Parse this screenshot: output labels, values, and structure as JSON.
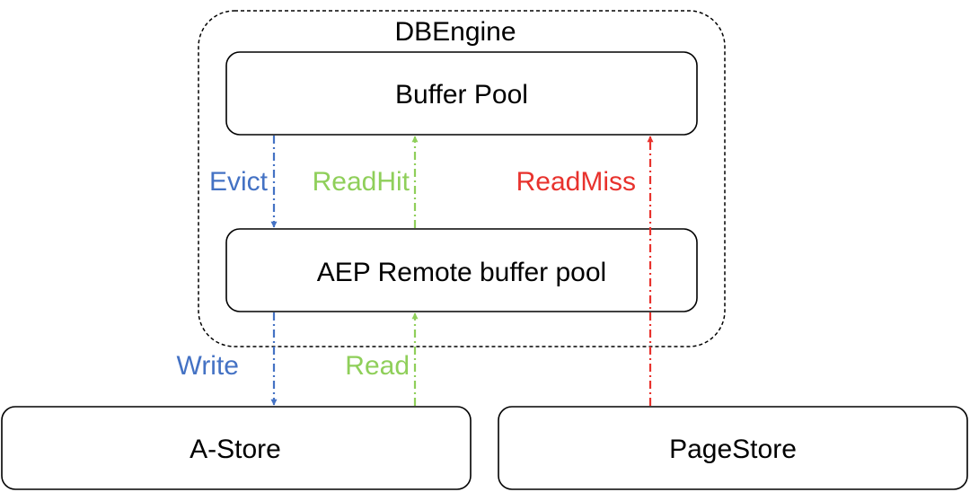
{
  "diagram": {
    "group": {
      "label": "DBEngine"
    },
    "nodes": {
      "buffer_pool": {
        "label": "Buffer Pool"
      },
      "aep_pool": {
        "label": "AEP Remote buffer pool"
      },
      "astore": {
        "label": "A-Store"
      },
      "pagestore": {
        "label": "PageStore"
      }
    },
    "edges": {
      "evict": {
        "label": "Evict",
        "from": "Buffer Pool",
        "to": "AEP Remote buffer pool",
        "color": "#4472c4"
      },
      "readhit": {
        "label": "ReadHit",
        "from": "AEP Remote buffer pool",
        "to": "Buffer Pool",
        "color": "#8fcf5a"
      },
      "readmiss": {
        "label": "ReadMiss",
        "from": "PageStore",
        "to": "Buffer Pool",
        "color": "#e8322d"
      },
      "write": {
        "label": "Write",
        "from": "AEP Remote buffer pool",
        "to": "A-Store",
        "color": "#4472c4"
      },
      "read": {
        "label": "Read",
        "from": "A-Store",
        "to": "AEP Remote buffer pool",
        "color": "#8fcf5a"
      }
    }
  }
}
